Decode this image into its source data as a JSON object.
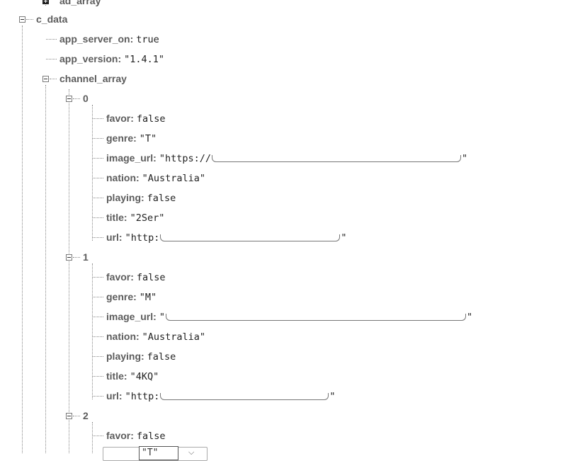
{
  "tree": {
    "ad_array": {
      "label": "ad_array"
    },
    "c_data": {
      "label": "c_data",
      "app_server_on": {
        "key": "app_server_on:",
        "value": "true"
      },
      "app_version": {
        "key": "app_version:",
        "value": "\"1.4.1\""
      },
      "channel_array": {
        "label": "channel_array",
        "items": [
          {
            "index": "0",
            "favor": {
              "key": "favor:",
              "value": "false"
            },
            "genre": {
              "key": "genre:",
              "value": "\"T\""
            },
            "image_url": {
              "key": "image_url:",
              "prefix": "\"https://",
              "suffix": "\""
            },
            "nation": {
              "key": "nation:",
              "value": "\"Australia\""
            },
            "playing": {
              "key": "playing:",
              "value": "false"
            },
            "title": {
              "key": "title:",
              "value": "\"2Ser\""
            },
            "url": {
              "key": "url:",
              "prefix": "\"http:",
              "suffix": "\""
            }
          },
          {
            "index": "1",
            "favor": {
              "key": "favor:",
              "value": "false"
            },
            "genre": {
              "key": "genre:",
              "value": "\"M\""
            },
            "image_url": {
              "key": "image_url:",
              "prefix": "\"",
              "suffix": "\""
            },
            "nation": {
              "key": "nation:",
              "value": "\"Australia\""
            },
            "playing": {
              "key": "playing:",
              "value": "false"
            },
            "title": {
              "key": "title:",
              "value": "\"4KQ\""
            },
            "url": {
              "key": "url:",
              "prefix": "\"http:",
              "suffix": "\""
            }
          },
          {
            "index": "2",
            "favor": {
              "key": "favor:",
              "value": "false"
            },
            "genre_edit": {
              "value": "\"T\""
            }
          }
        ]
      }
    }
  },
  "icons": {
    "collapse": "minus-box-icon",
    "expand": "plus-box-icon",
    "dropdown": "chevron-down-icon"
  }
}
